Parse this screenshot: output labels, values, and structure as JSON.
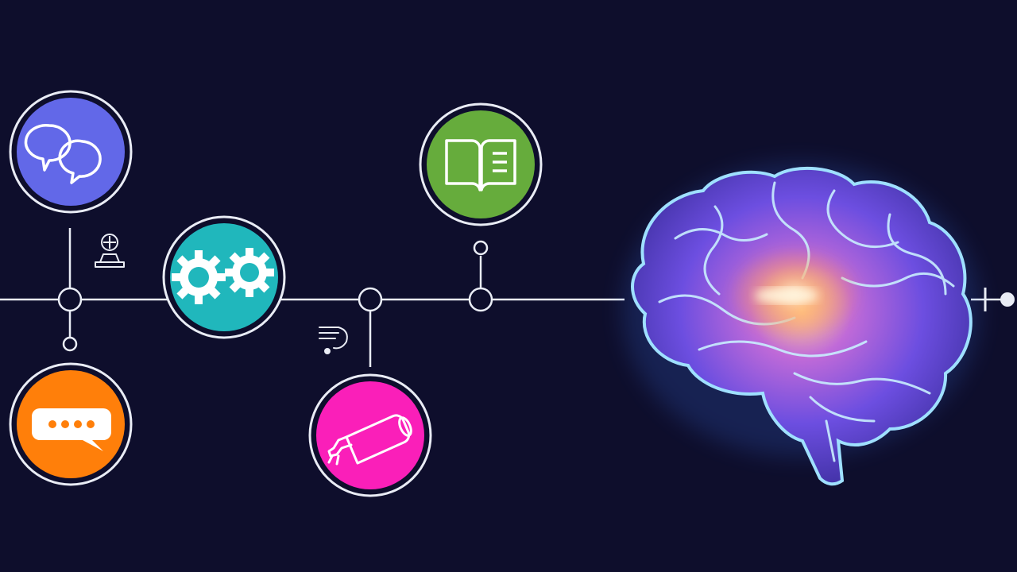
{
  "colors": {
    "background": "#0e0e2c",
    "line": "#e9ecf5",
    "chat_node": "#6268e8",
    "message_node": "#ff7f0a",
    "gears_node": "#20b7bc",
    "hand_node": "#fa1fb9",
    "book_node": "#66ac3c",
    "brain_primary": "#6c4ee0",
    "brain_glow": "#8fd0ff",
    "brain_core": "#ffb36b"
  },
  "nodes": [
    {
      "id": "chat",
      "icon": "chat-bubbles-icon",
      "color_key": "chat_node"
    },
    {
      "id": "message",
      "icon": "message-dots-icon",
      "color_key": "message_node"
    },
    {
      "id": "gears",
      "icon": "gears-icon",
      "color_key": "gears_node"
    },
    {
      "id": "hand",
      "icon": "robotic-hand-icon",
      "color_key": "hand_node"
    },
    {
      "id": "book",
      "icon": "open-book-icon",
      "color_key": "book_node"
    }
  ],
  "brain": {
    "icon": "glowing-brain-illustration"
  }
}
